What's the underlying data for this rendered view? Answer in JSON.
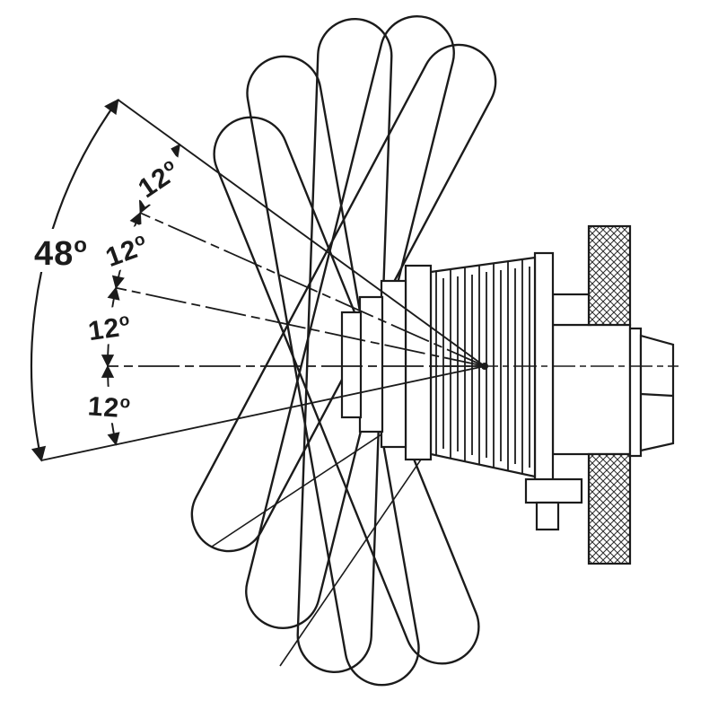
{
  "figure": {
    "background_color": "#ffffff",
    "line_color": "#1b1b1b"
  },
  "angles": {
    "total": {
      "value": "48",
      "unit": "o"
    },
    "segments": [
      {
        "value": "12",
        "unit": "o"
      },
      {
        "value": "12",
        "unit": "o"
      },
      {
        "value": "12",
        "unit": "o"
      },
      {
        "value": "12",
        "unit": "o"
      }
    ]
  }
}
